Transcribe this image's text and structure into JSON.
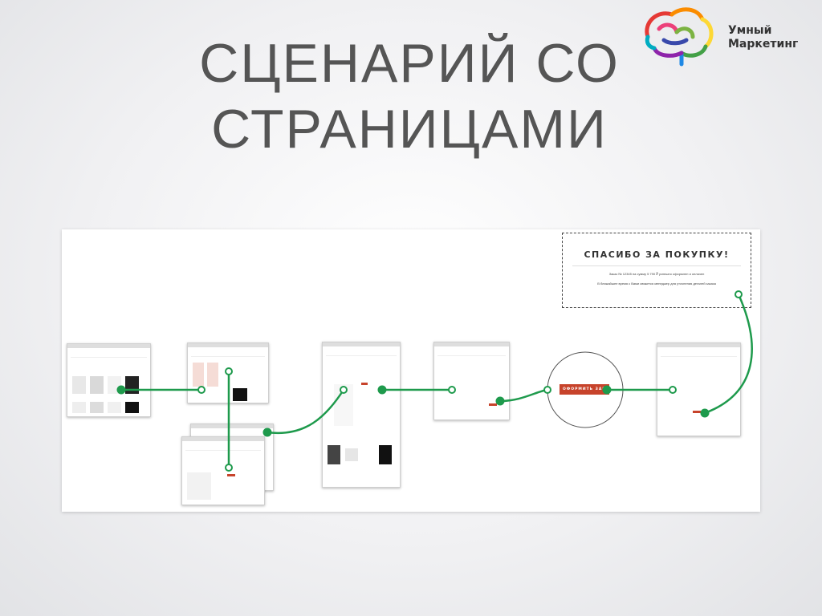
{
  "slide": {
    "title_line1": "СЦЕНАРИЙ СО",
    "title_line2": "СТРАНИЦАМИ"
  },
  "brand": {
    "line1": "Умный",
    "line2": "Маркетинг",
    "logo_icon": "brain-icon"
  },
  "thanks": {
    "title": "СПАСИБО ЗА ПОКУПКУ!",
    "order_line": "Заказ № 12345 на сумму 5 790 ₽ успешно оформлен и оплачен",
    "contact_line": "В ближайшее время с Вами свяжется менеджер для уточнения деталей заказа"
  },
  "cta": {
    "label": "ОФОРМИТЬ ЗАК"
  },
  "colors": {
    "flow": "#1e9a4c",
    "cta": "#c7432b",
    "title": "#555555"
  }
}
